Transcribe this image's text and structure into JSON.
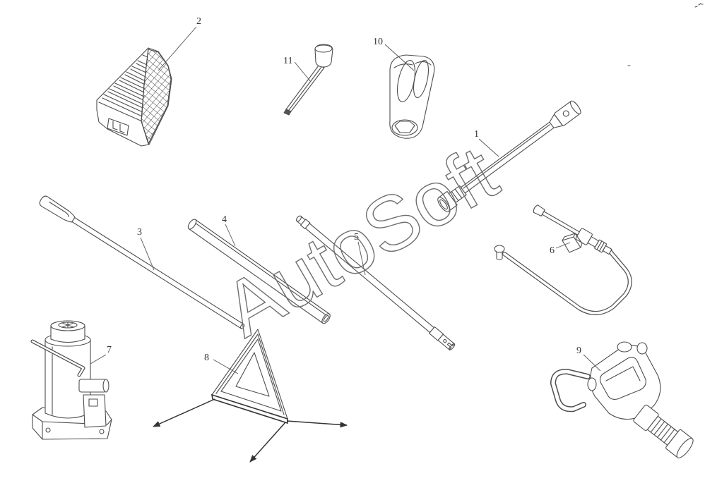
{
  "callouts": [
    "1",
    "2",
    "3",
    "4",
    "5",
    "6",
    "7",
    "8",
    "9",
    "10",
    "11"
  ],
  "watermark": "AutoSoft",
  "colors": {
    "line": "#4d4d4d",
    "background": "#ffffff",
    "watermark": "#6e6e6e"
  }
}
